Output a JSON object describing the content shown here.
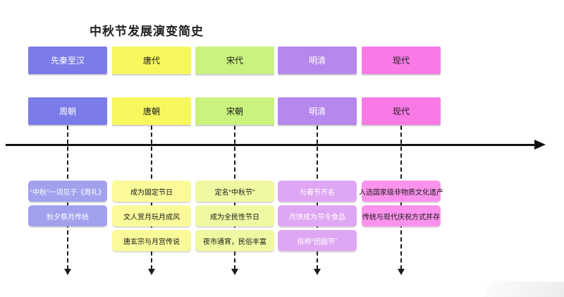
{
  "title": "中秋节发展演变简史",
  "timeline": {
    "type": "horizontal-arrow",
    "direction": "left-to-right",
    "line_color": "#111111"
  },
  "columns": [
    {
      "era": "先秦至汉",
      "dynasty": "周朝",
      "header_bg": "#7b7be9",
      "header_text": "#ffffff",
      "item_bg": "#a1a1ee",
      "item_text": "#ffffff",
      "items": [
        "“中秋”一词见于《周礼》",
        "秋夕祭月传统"
      ]
    },
    {
      "era": "唐代",
      "dynasty": "唐朝",
      "header_bg": "#f7f75e",
      "header_text": "#1a1a1a",
      "item_bg": "#fafa9a",
      "item_text": "#1a1a1a",
      "items": [
        "成为固定节日",
        "文人赏月玩月成风",
        "唐玄宗与月宫传说"
      ]
    },
    {
      "era": "宋代",
      "dynasty": "宋朝",
      "header_bg": "#c9f37e",
      "header_text": "#1a1a1a",
      "item_bg": "#f0f8a1",
      "item_text": "#1a1a1a",
      "items": [
        "定名“中秋节”",
        "成为全民性节日",
        "夜市通宵，民俗丰富"
      ]
    },
    {
      "era": "明清",
      "dynasty": "明清",
      "header_bg": "#b687ec",
      "header_text": "#ffffff",
      "item_bg": "#dfa7f3",
      "item_text": "#ffffff",
      "items": [
        "与春节齐名",
        "月饼成为节令食品",
        "俗称“团圆节”"
      ]
    },
    {
      "era": "现代",
      "dynasty": "现代",
      "header_bg": "#f97ae6",
      "header_text": "#1a1a1a",
      "item_bg": "#fb92ed",
      "item_text": "#1a1a1a",
      "items": [
        "入选国家级非物质文化遗产",
        "传统与现代庆祝方式并存"
      ]
    }
  ]
}
